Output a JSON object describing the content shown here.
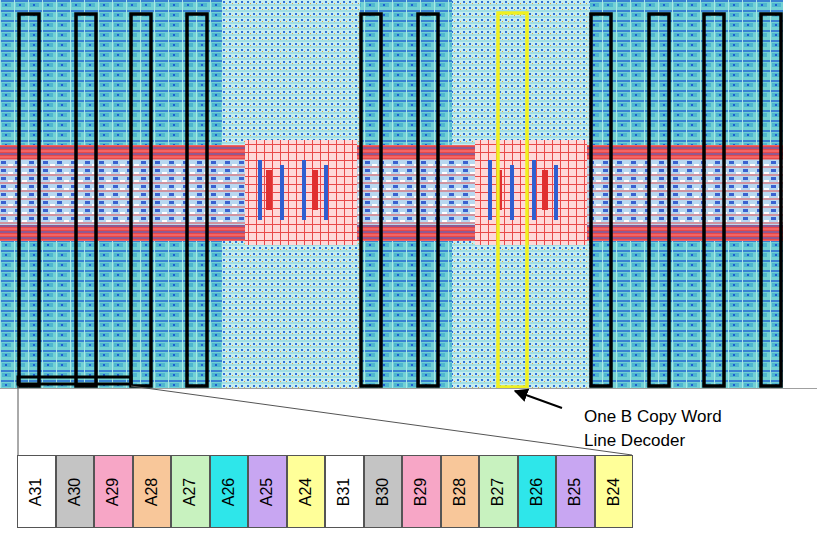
{
  "diagram": {
    "nodes": [
      {
        "text": [
          "A31"
        ]
      },
      {
        "text": [
          "A30"
        ]
      },
      {
        "text": [
          "A29"
        ]
      },
      {
        "text": [
          "A28"
        ]
      },
      {
        "text": [
          "A27"
        ]
      },
      {
        "text": [
          "A26"
        ]
      },
      {
        "text": [
          "A25"
        ]
      },
      {
        "text": [
          "A24"
        ]
      },
      {
        "text": [
          "B31"
        ]
      },
      {
        "text": [
          "B30"
        ]
      },
      {
        "text": [
          "B29"
        ]
      },
      {
        "text": [
          "B28"
        ]
      },
      {
        "text": [
          "B27"
        ]
      },
      {
        "text": [
          "B26"
        ]
      },
      {
        "text": [
          "B25"
        ]
      },
      {
        "text": [
          "B24"
        ]
      }
    ],
    "labels": [
      "One B Copy Word Line Decoder"
    ]
  }
}
